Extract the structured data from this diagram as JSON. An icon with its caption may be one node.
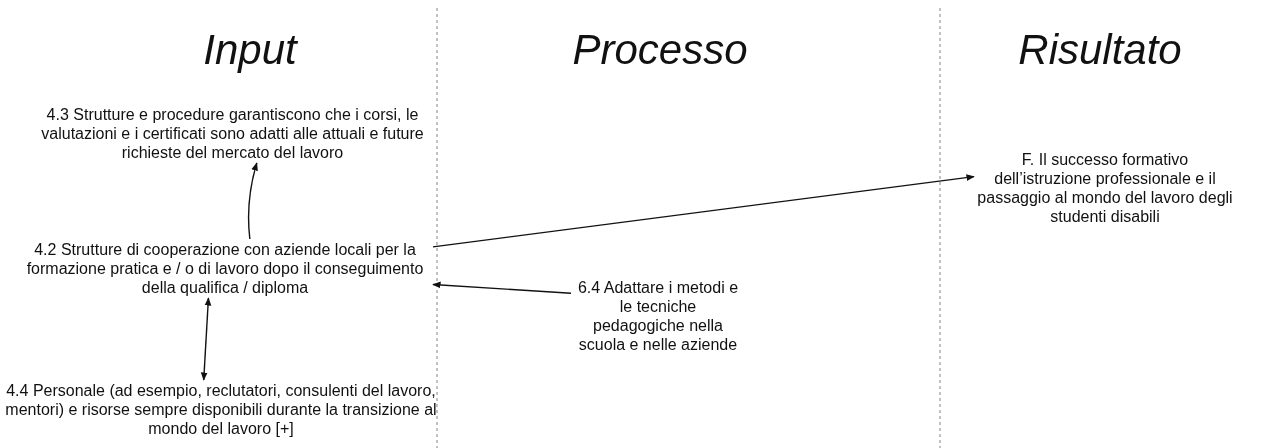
{
  "diagram": {
    "nodes": [
      {
        "text": [
          "4.3 Strutture e procedure garantiscono che i corsi, le valutazioni e i certificati sono adatti alle attuali e future richieste del mercato del lavoro"
        ]
      },
      {
        "text": [
          "F. Il successo formativo dell’istruzione professionale e il passaggio al mondo del lavoro degli studenti disabili"
        ]
      },
      {
        "text": [
          "4.2 Strutture di cooperazione con aziende locali per la formazione pratica e / o di lavoro dopo il conseguimento della qualifica / diploma"
        ]
      },
      {
        "text": [
          "6.4 Adattare i metodi e le tecniche pedagogiche nella scuola e nelle aziende"
        ]
      },
      {
        "text": [
          "4.4 Personale (ad esempio, reclutatori, consulenti del lavoro, mentori) e risorse sempre disponibili durante la transizione al mondo del lavoro [+]"
        ]
      }
    ],
    "edges": [
      {
        "from": 2,
        "to": 0,
        "arrow": "to"
      },
      {
        "from": 2,
        "to": 1,
        "arrow": "to"
      },
      {
        "from": 3,
        "to": 2,
        "arrow": "to"
      },
      {
        "from": 2,
        "to": 4,
        "arrow": "both"
      }
    ],
    "labels": [
      "Input",
      "Processo",
      "Risultato"
    ]
  }
}
